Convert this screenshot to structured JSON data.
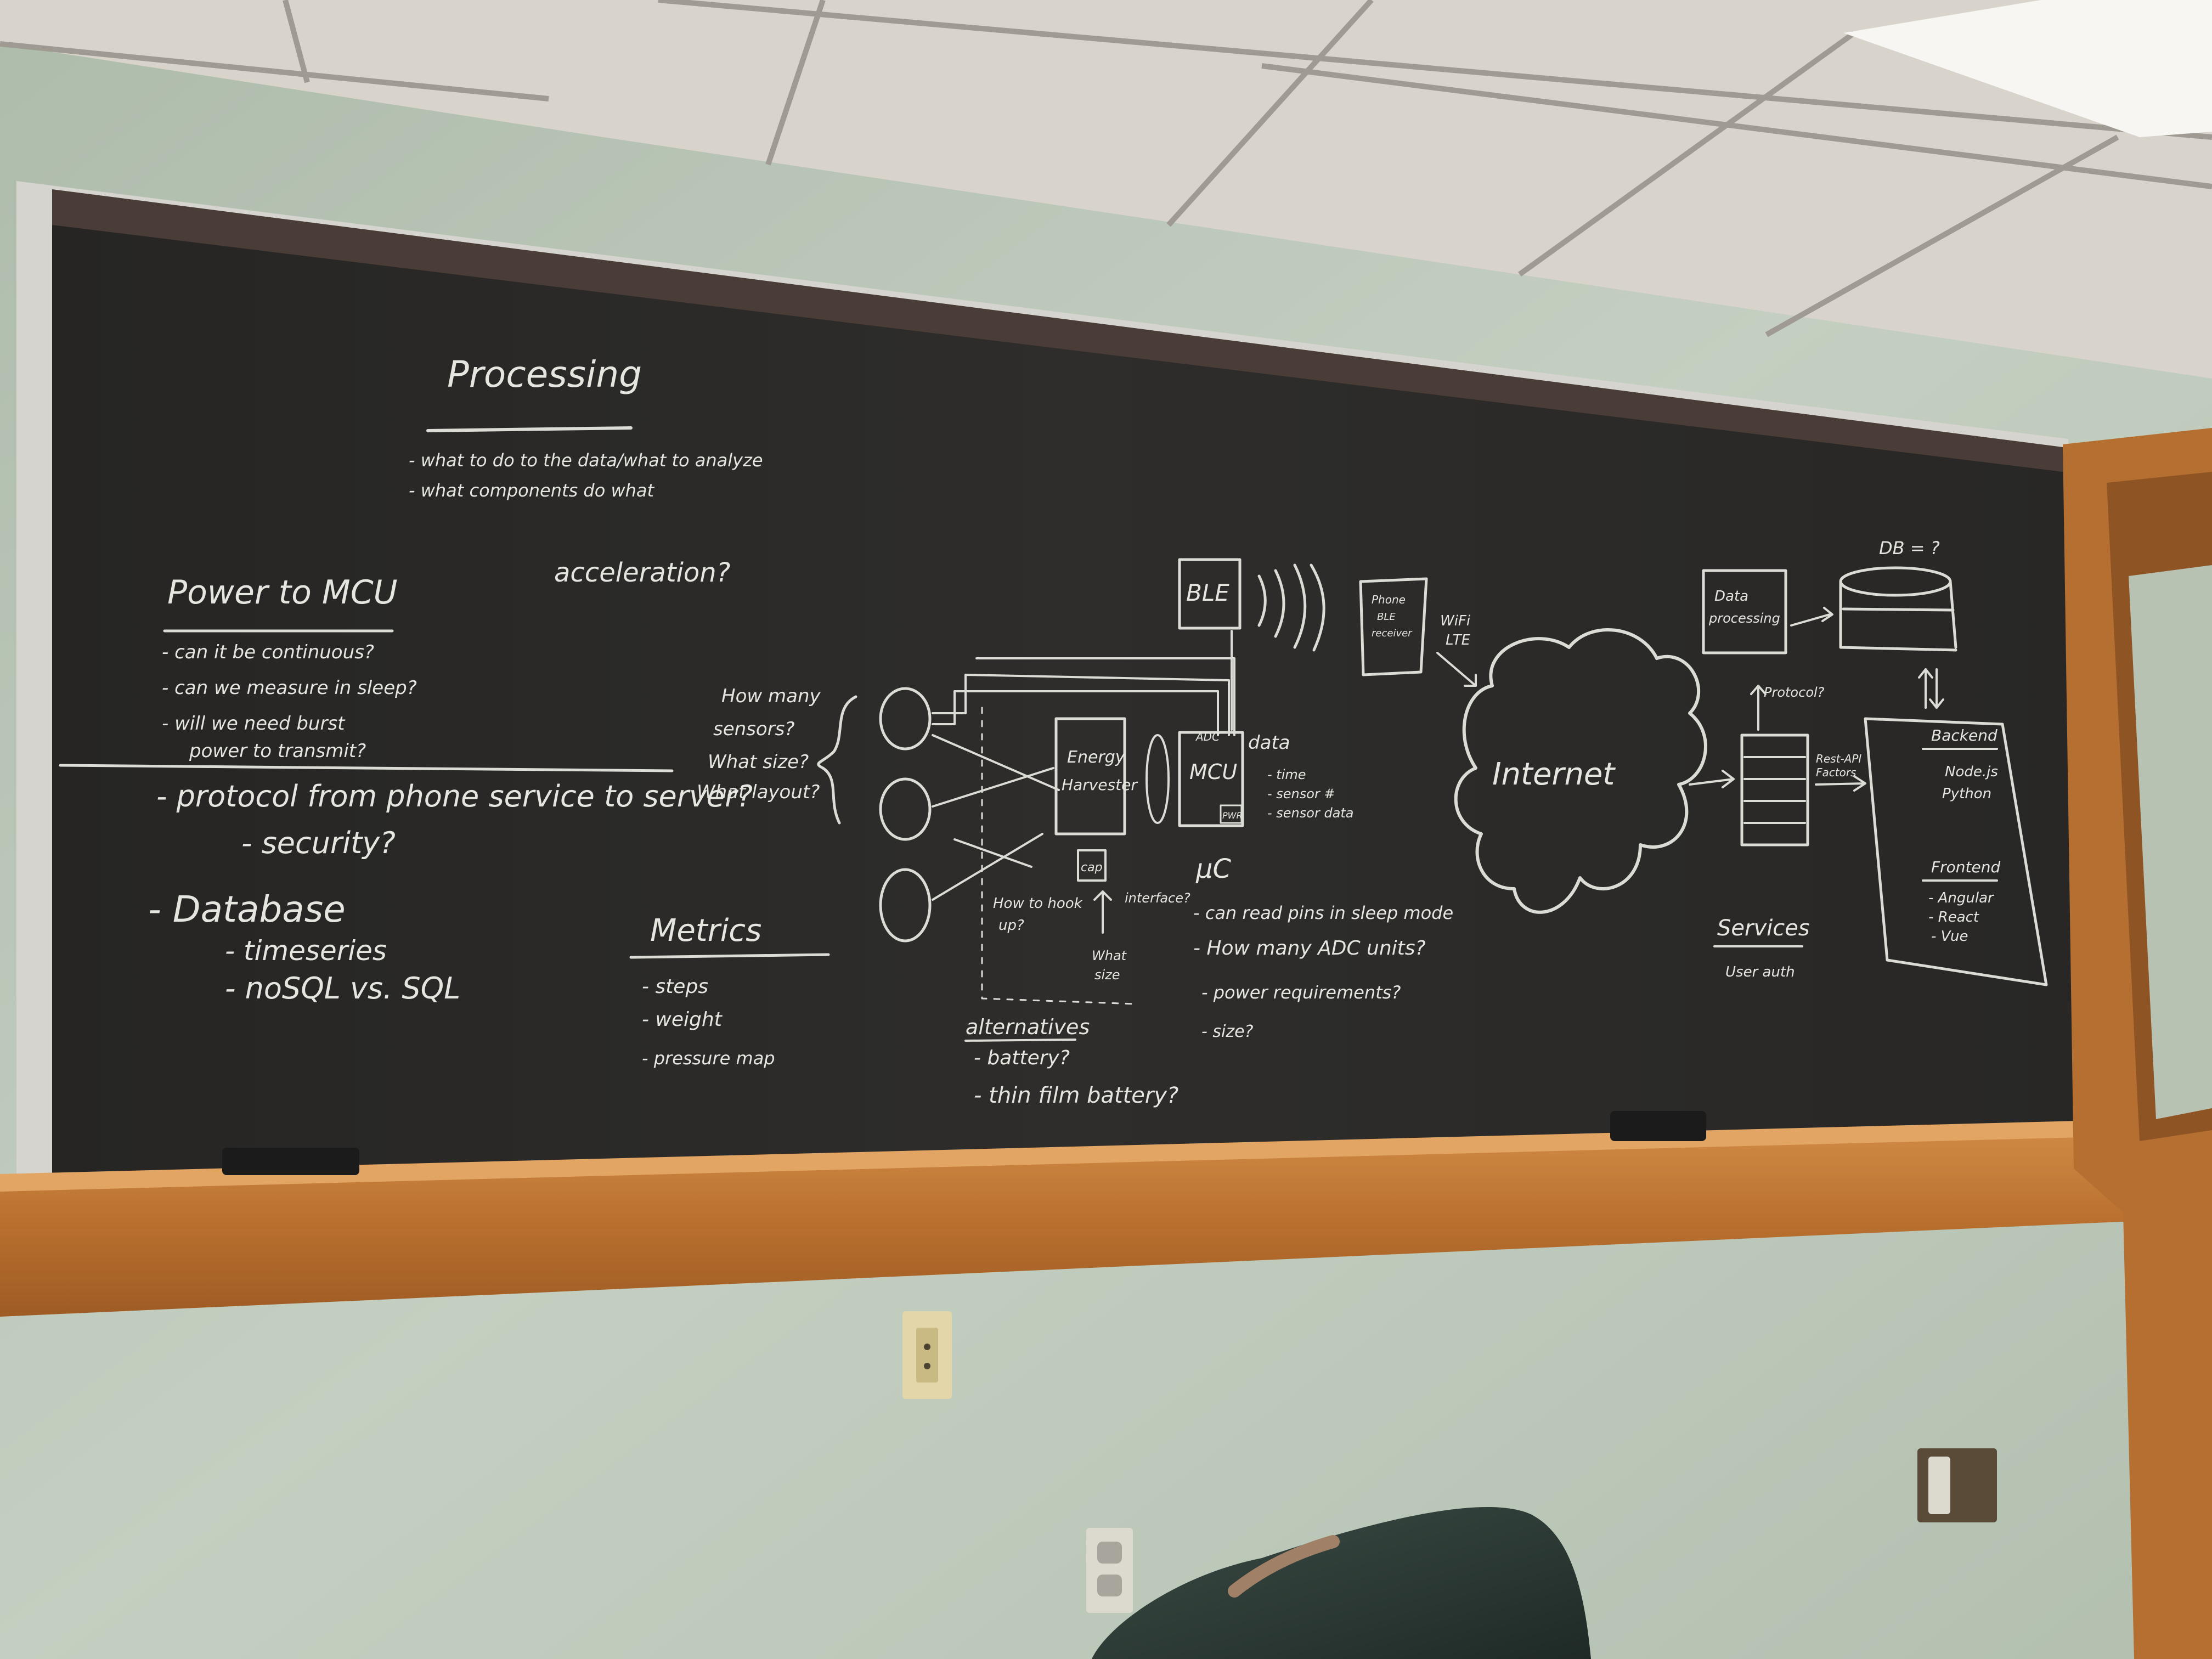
{
  "board": {
    "processing": {
      "heading": "Processing",
      "items": [
        "- what to do to the data/what to analyze",
        "- what components do what"
      ]
    },
    "acceleration": "acceleration?",
    "power": {
      "heading": "Power to MCU",
      "items": [
        "- can it be continuous?",
        "- can we measure in sleep?",
        "- will we need burst",
        "power to transmit?"
      ]
    },
    "protocol": "- protocol from phone service to server?",
    "security": "- security?",
    "database": {
      "heading": "- Database",
      "items": [
        "- timeseries",
        "- noSQL vs. SQL"
      ]
    },
    "metrics": {
      "heading": "Metrics",
      "items": [
        "- steps",
        "- weight",
        "- pressure map"
      ]
    },
    "sensors_q": [
      "How many",
      "sensors?",
      "What size?",
      "What layout?"
    ],
    "energy_harvester": [
      "Energy",
      "Harvester"
    ],
    "cap": "cap",
    "mcu": "MCU",
    "adc": "ADC",
    "pwr": "PWR",
    "data": {
      "heading": "data",
      "items": [
        "- time",
        "- sensor #",
        "- sensor data"
      ]
    },
    "how_to_hook": [
      "How to hook",
      "up?"
    ],
    "what_size": [
      "What",
      "size"
    ],
    "interface": "interface?",
    "uc": {
      "heading": "µC",
      "items": [
        "- can read pins in sleep mode",
        "- How many ADC units?",
        "- power requirements?",
        "- size?"
      ]
    },
    "alternatives": {
      "heading": "alternatives",
      "items": [
        "- battery?",
        "- thin film battery?"
      ]
    },
    "ble": "BLE",
    "phone": [
      "Phone",
      "BLE",
      "receiver"
    ],
    "wifi": [
      "WiFi",
      "LTE"
    ],
    "internet": "Internet",
    "protocol_q": "Protocol?",
    "rest": [
      "Rest-API",
      "Factors"
    ],
    "services": {
      "heading": "Services",
      "items": [
        "User auth"
      ]
    },
    "data_processing": [
      "Data",
      "processing"
    ],
    "db": "DB = ?",
    "backend": {
      "heading": "Backend",
      "items": [
        "Node.js",
        "Python"
      ]
    },
    "frontend": {
      "heading": "Frontend",
      "items": [
        "- Angular",
        "- React",
        "- Vue"
      ]
    }
  }
}
